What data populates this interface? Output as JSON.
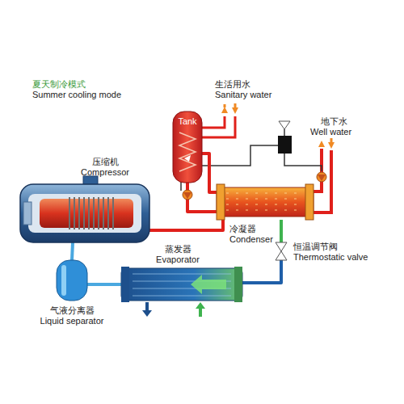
{
  "diagram": {
    "title": "夏天制冷模式",
    "nodes": [
      {
        "text": [
          "Tank"
        ]
      },
      {
        "text": [
          "压缩机",
          "Compressor"
        ]
      },
      {
        "text": [
          "冷凝器",
          "Condenser"
        ]
      },
      {
        "text": [
          "恒温调节阀",
          "Thermostatic valve"
        ]
      },
      {
        "text": [
          "蒸发器",
          "Evaporator"
        ]
      },
      {
        "text": [
          "气液分离器",
          "Liquid separator"
        ]
      }
    ],
    "edges": [
      {
        "from": 1,
        "to": 2,
        "arrow": "none"
      },
      {
        "from": 2,
        "to": 3,
        "arrow": "none"
      },
      {
        "from": 3,
        "to": 4,
        "arrow": "none"
      },
      {
        "from": 4,
        "to": 5,
        "arrow": "none"
      },
      {
        "from": 5,
        "to": 1,
        "arrow": "none"
      },
      {
        "from": 0,
        "to": 2,
        "arrow": "none"
      },
      {
        "from": 0,
        "to": 2,
        "arrow": "none"
      }
    ],
    "labels": [
      "Summer cooling mode",
      "生活用水",
      "Sanitary water",
      "地下水",
      "Well water"
    ]
  }
}
